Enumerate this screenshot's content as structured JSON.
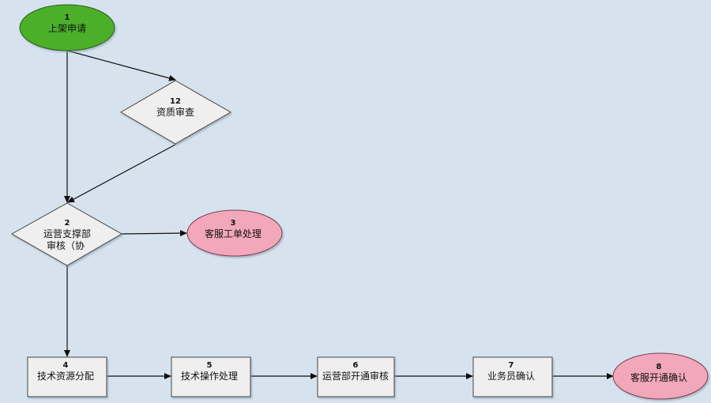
{
  "colors": {
    "background": "#d6e3ee",
    "start_fill": "#4caf2a",
    "end_fill": "#f2a7ba",
    "task_fill": "#efefef",
    "decision_fill": "#efefef",
    "stroke": "#444444",
    "arrow": "#111111"
  },
  "nodes": {
    "n1": {
      "num": "1",
      "label": "上架申请"
    },
    "n12": {
      "num": "12",
      "label": "资质审查"
    },
    "n2": {
      "num": "2",
      "label_line1": "运营支撑部",
      "label_line2": "审核（协"
    },
    "n3": {
      "num": "3",
      "label": "客服工单处理"
    },
    "n4": {
      "num": "4",
      "label": "技术资源分配"
    },
    "n5": {
      "num": "5",
      "label": "技术操作处理"
    },
    "n6": {
      "num": "6",
      "label": "运营部开通审核"
    },
    "n7": {
      "num": "7",
      "label": "业务员确认"
    },
    "n8": {
      "num": "8",
      "label": "客服开通确认"
    }
  }
}
